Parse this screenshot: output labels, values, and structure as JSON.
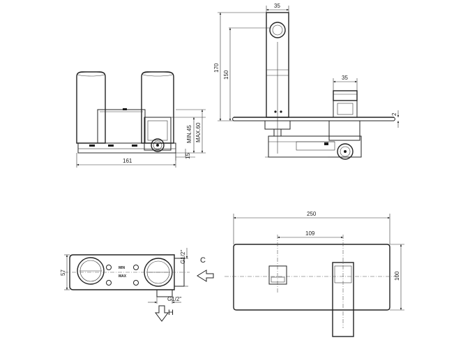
{
  "front_view": {
    "dim_width": "161",
    "dim_min": "MIN.45",
    "dim_max": "MAX.60",
    "dim_15": "15"
  },
  "side_view": {
    "dim_top_width": "35",
    "dim_height_170": "170",
    "dim_height_150": "150",
    "dim_handle_width": "35",
    "dim_plate_2": "2"
  },
  "plan_view": {
    "dim_57": "57",
    "thread_cold": "G1/2\"",
    "thread_hot": "G1/2\"",
    "label_cold": "C",
    "label_hot": "H",
    "mark_min": "MIN",
    "mark_max": "MAX"
  },
  "plate_view": {
    "dim_width": "250",
    "dim_offset": "109",
    "dim_height": "100"
  }
}
